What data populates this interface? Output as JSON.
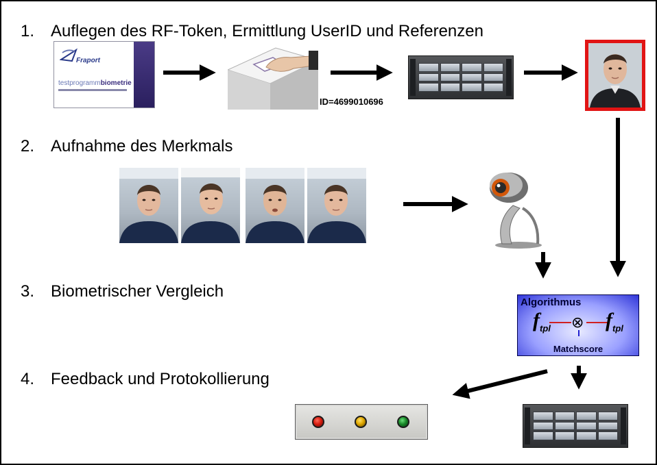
{
  "steps": [
    {
      "num": "1.",
      "text": "Auflegen des RF-Token, Ermittlung UserID und Referenzen"
    },
    {
      "num": "2.",
      "text": "Aufnahme des Merkmals"
    },
    {
      "num": "3.",
      "text": "Biometrischer Vergleich"
    },
    {
      "num": "4.",
      "text": "Feedback und Protokollierung"
    }
  ],
  "card": {
    "logo": "Fraport",
    "program_prefix": "testprogramm",
    "program_bold": "biometrie"
  },
  "reader": {
    "id_text": "ID=4699010696"
  },
  "algorithm": {
    "title": "Algorithmus",
    "f_symbol": "f",
    "f_subscript": "tpl",
    "operator": "⊗",
    "result": "Matchscore"
  },
  "lamps": [
    {
      "name": "red",
      "color": "#d81e10"
    },
    {
      "name": "amber",
      "color": "#e0a800"
    },
    {
      "name": "green",
      "color": "#1a8a2a"
    }
  ],
  "colors": {
    "arrow": "#000000",
    "highlight_border": "#e11414",
    "algorithm_blue": "#2f35d8",
    "card_purple": "#3a2e7e"
  }
}
